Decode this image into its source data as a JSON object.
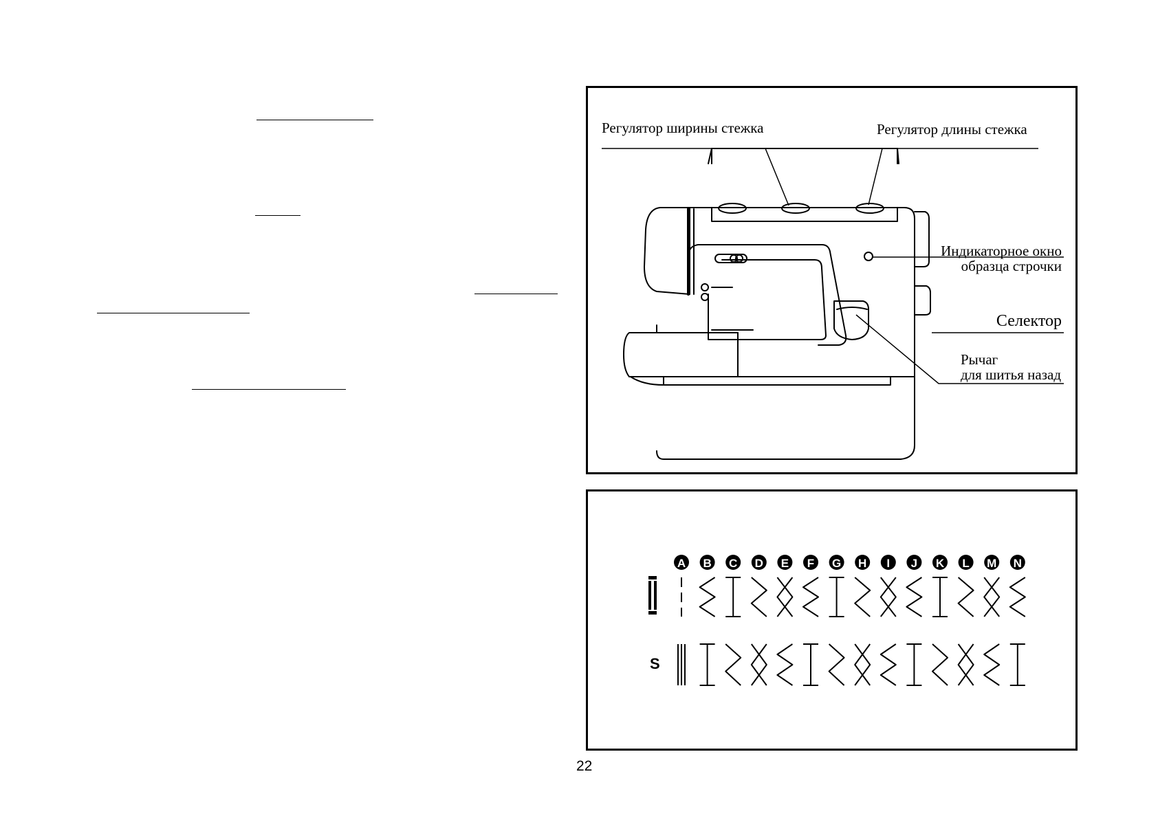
{
  "page": {
    "number": "22"
  },
  "machine_diagram": {
    "labels": {
      "width_regulator": "Регулятор ширины стежка",
      "length_regulator": "Регулятор длины стежка",
      "pattern_window_line1": "Индикаторное окно",
      "pattern_window_line2": "образца строчки",
      "selector": "Селектор",
      "reverse_lever_line1": "Рычаг",
      "reverse_lever_line2": "для шитья назад"
    }
  },
  "stitch_chart": {
    "letters": [
      "A",
      "B",
      "C",
      "D",
      "E",
      "F",
      "G",
      "H",
      "I",
      "J",
      "K",
      "L",
      "M",
      "N"
    ],
    "row2_label": "S"
  }
}
